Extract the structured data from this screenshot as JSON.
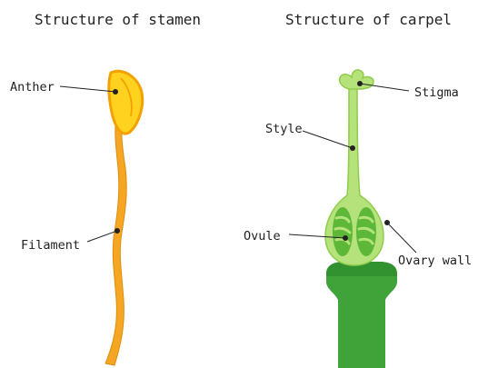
{
  "titles": {
    "stamen": "Structure of stamen",
    "carpel": "Structure of carpel"
  },
  "stamen_labels": {
    "anther": "Anther",
    "filament": "Filament"
  },
  "carpel_labels": {
    "stigma": "Stigma",
    "style": "Style",
    "ovule": "Ovule",
    "ovary_wall": "Ovary wall"
  },
  "colors": {
    "anther_fill": "#FFD21F",
    "anther_stroke": "#F2A100",
    "filament": "#F5A623",
    "filament_edge": "#E08B0E",
    "carpel_light": "#B5E27A",
    "carpel_mid": "#8FCC4A",
    "ovule_green": "#5DB83A",
    "stalk_green": "#3FA33A",
    "stalk_dark": "#2E8A2C",
    "leader": "#222222"
  }
}
